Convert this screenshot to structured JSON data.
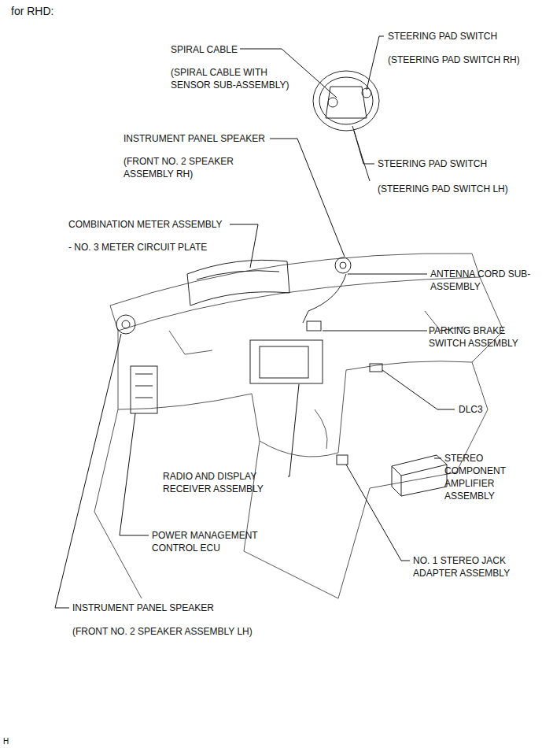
{
  "diagram": {
    "title": "for RHD:",
    "labels": [
      "STEERING PAD SWITCH",
      "(STEERING PAD SWITCH RH)",
      "SPIRAL CABLE",
      "(SPIRAL CABLE WITH SENSOR SUB-ASSEMBLY)",
      "STEERING PAD SWITCH",
      "(STEERING PAD SWITCH LH)",
      "INSTRUMENT PANEL SPEAKER",
      "(FRONT NO. 2 SPEAKER ASSEMBLY RH)",
      "COMBINATION METER ASSEMBLY",
      "- NO. 3 METER CIRCUIT PLATE",
      "ANTENNA CORD SUB-ASSEMBLY",
      "PARKING BRAKE SWITCH ASSEMBLY",
      "DLC3",
      "STEREO COMPONENT AMPLIFIER ASSEMBLY",
      "RADIO AND DISPLAY RECEIVER ASSEMBLY",
      "POWER MANAGEMENT CONTROL ECU",
      "NO. 1 STEREO JACK ADAPTER ASSEMBLY",
      "INSTRUMENT PANEL SPEAKER",
      "(FRONT NO. 2 SPEAKER ASSEMBLY LH)",
      "H"
    ]
  }
}
